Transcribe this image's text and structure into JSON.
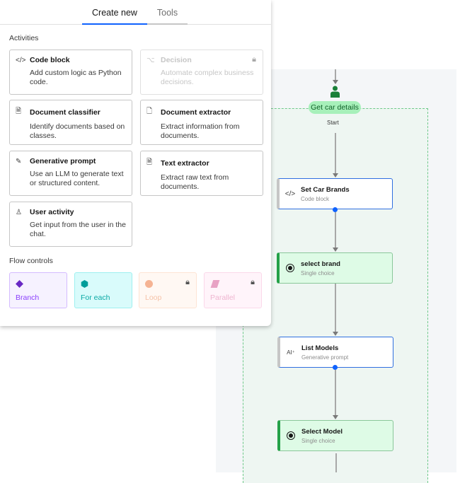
{
  "panel": {
    "tabs": [
      {
        "label": "Create new",
        "active": true
      },
      {
        "label": "Tools",
        "active": false
      }
    ],
    "activities_label": "Activities",
    "activities": [
      {
        "icon": "code-icon",
        "glyph": "</>",
        "title": "Code block",
        "desc": "Add custom logic as Python code.",
        "locked": false
      },
      {
        "icon": "decision-icon",
        "glyph": "⌥",
        "title": "Decision",
        "desc": "Automate complex business decisions.",
        "locked": true
      },
      {
        "icon": "document-classifier-icon",
        "glyph": "🗎",
        "title": "Document classifier",
        "desc": "Identify documents based on classes.",
        "locked": false
      },
      {
        "icon": "document-extractor-icon",
        "glyph": "🗋",
        "title": "Document extractor",
        "desc": "Extract information from documents.",
        "locked": false
      },
      {
        "icon": "pen-icon",
        "glyph": "✎",
        "title": "Generative prompt",
        "desc": "Use an LLM to generate text or structured content.",
        "locked": false
      },
      {
        "icon": "text-extractor-icon",
        "glyph": "🗎",
        "title": "Text extractor",
        "desc": "Extract raw text from documents.",
        "locked": false
      },
      {
        "icon": "user-icon",
        "glyph": "♙",
        "title": "User activity",
        "desc": "Get input from the user in the chat.",
        "locked": false
      }
    ],
    "flow_label": "Flow controls",
    "flow_controls": [
      {
        "label": "Branch",
        "icon": "diamond-icon",
        "color": "#6929c4",
        "bg": "#f6f2ff",
        "border": "#d4bbff",
        "locked": false
      },
      {
        "label": "For each",
        "icon": "hexagon-icon",
        "color": "#009d9a",
        "bg": "#d9fbfb",
        "border": "#9ef0f0",
        "locked": false
      },
      {
        "label": "Loop",
        "icon": "circle-icon",
        "color": "#f5b393",
        "bg": "#fff8f3",
        "border": "#fde4d4",
        "locked": true
      },
      {
        "label": "Parallel",
        "icon": "parallelogram-icon",
        "color": "#e8a2c4",
        "bg": "#fff4fa",
        "border": "#fbd8ea",
        "locked": true
      }
    ]
  },
  "flow": {
    "group_label": "Get car details",
    "start_label": "Start",
    "nodes": [
      {
        "title": "Set Car Brands",
        "subtitle": "Code block",
        "icon": "code-icon",
        "glyph": "</>"
      },
      {
        "title": "select brand",
        "subtitle": "Single choice",
        "icon": "radio-icon"
      },
      {
        "title": "List Models",
        "subtitle": "Generative prompt",
        "icon": "ai-icon",
        "glyph": "AI⁺"
      },
      {
        "title": "Select Model",
        "subtitle": "Single choice",
        "icon": "radio-icon"
      }
    ]
  },
  "colors": {
    "accent": "#0f62fe",
    "green": "#24a148"
  }
}
